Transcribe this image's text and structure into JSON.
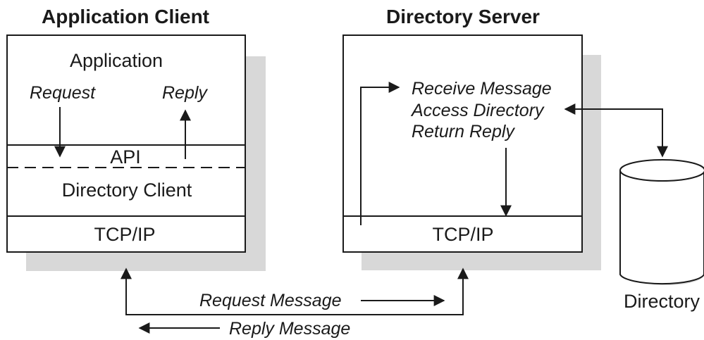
{
  "client": {
    "heading": "Application Client",
    "application": "Application",
    "request": "Request",
    "reply": "Reply",
    "api": "API",
    "directory_client": "Directory Client",
    "tcpip": "TCP/IP"
  },
  "server": {
    "heading": "Directory Server",
    "receive_message": "Receive Message",
    "access_directory": "Access Directory",
    "return_reply": "Return Reply",
    "tcpip": "TCP/IP"
  },
  "directory": {
    "label": "Directory"
  },
  "network": {
    "request_message": "Request Message",
    "reply_message": "Reply Message"
  }
}
